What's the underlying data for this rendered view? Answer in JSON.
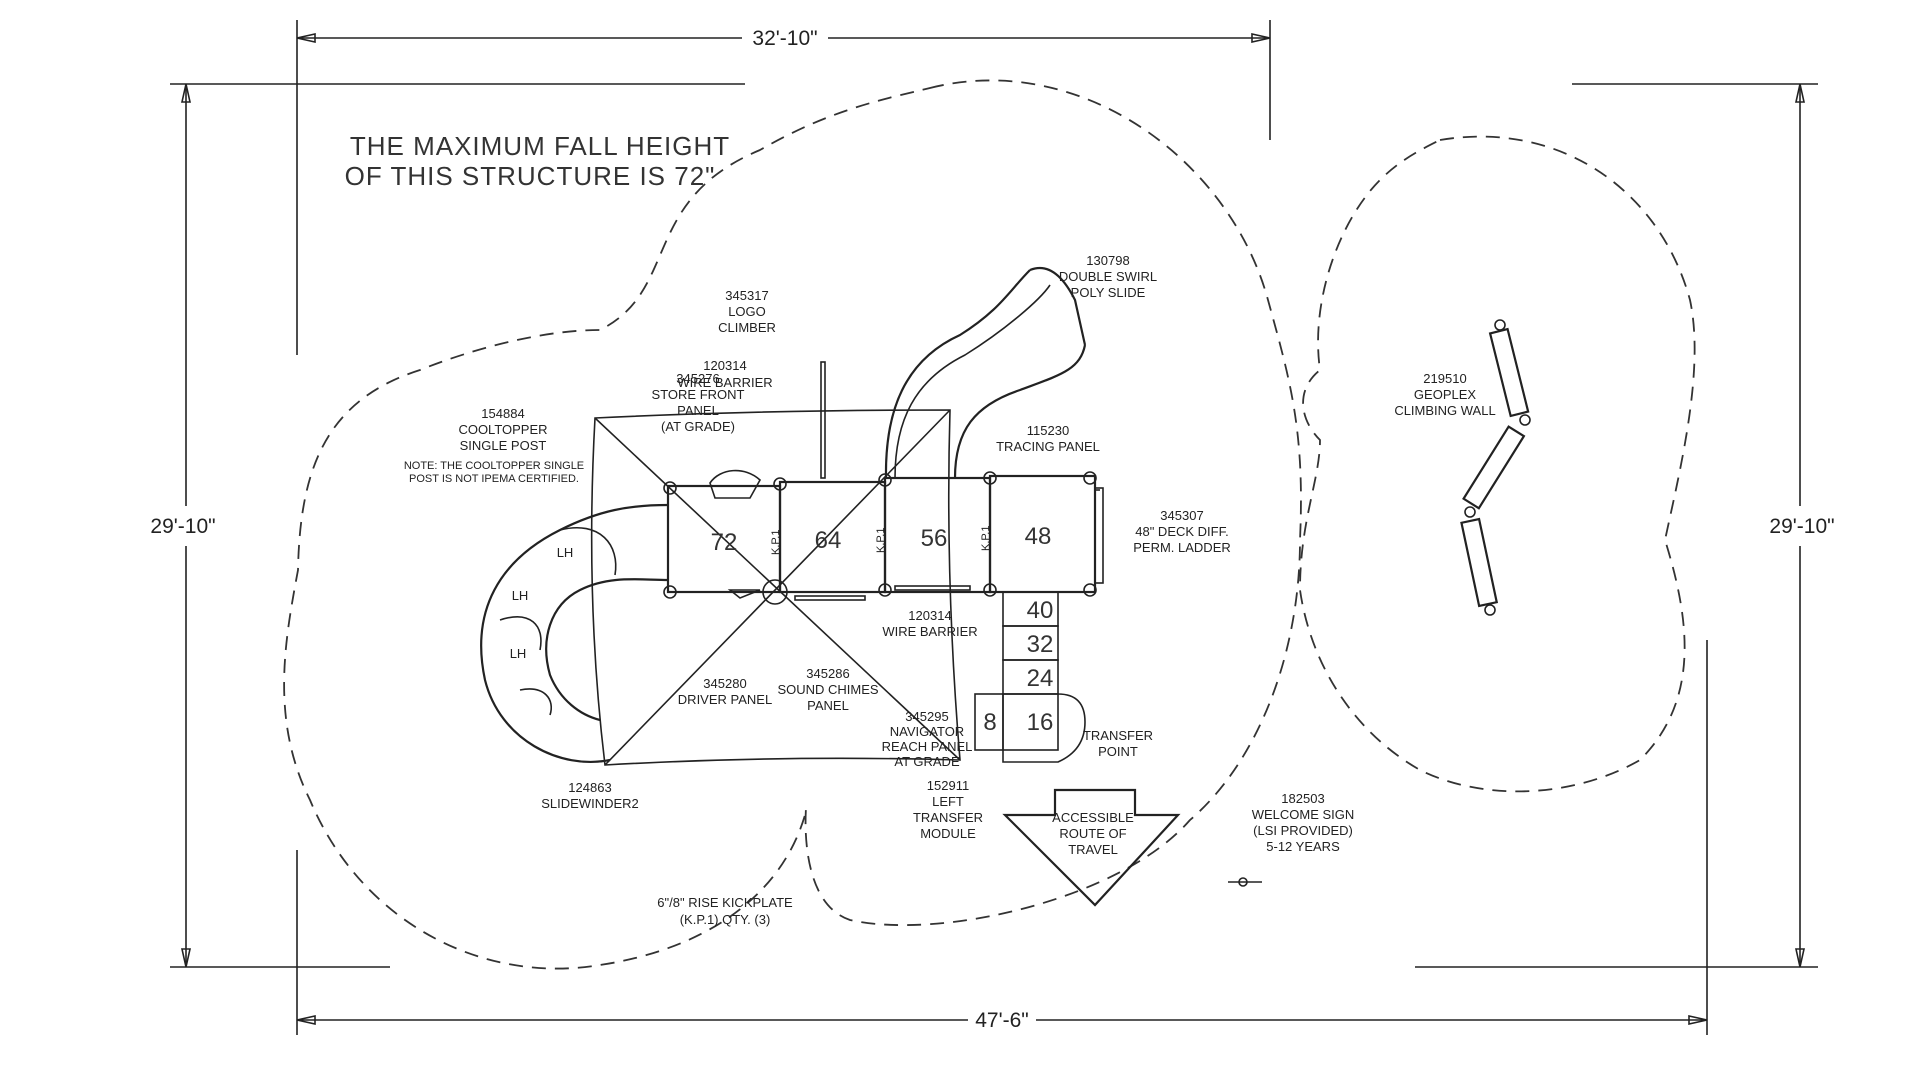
{
  "dimensions": {
    "top_width": "32'-10\"",
    "bottom_width": "47'-6\"",
    "left_height": "29'-10\"",
    "right_height": "29'-10\""
  },
  "note": {
    "line1": "THE MAXIMUM FALL HEIGHT",
    "line2": "OF THIS STRUCTURE IS 72\""
  },
  "decks": [
    "72",
    "64",
    "56",
    "48",
    "40",
    "32",
    "24",
    "16",
    "8"
  ],
  "kickplate_marks": [
    "K.P.1",
    "K.P.1",
    "K.P.1"
  ],
  "slide_marks": [
    "LH",
    "LH",
    "LH"
  ],
  "components": {
    "logo_climber": [
      "345317",
      "LOGO",
      "CLIMBER"
    ],
    "double_swirl": [
      "130798",
      "DOUBLE SWIRL",
      "POLY SLIDE"
    ],
    "wire_barrier_top": [
      "120314",
      "WIRE BARRIER"
    ],
    "store_front": [
      "345276",
      "STORE FRONT",
      "PANEL",
      "(AT GRADE)"
    ],
    "cooltopper": [
      "154884",
      "COOLTOPPER",
      "SINGLE POST"
    ],
    "cooltopper_note": [
      "NOTE: THE COOLTOPPER SINGLE",
      "POST IS NOT IPEMA CERTIFIED."
    ],
    "tracing_panel": [
      "115230",
      "TRACING PANEL"
    ],
    "deck_ladder": [
      "345307",
      "48\" DECK DIFF.",
      "PERM. LADDER"
    ],
    "wire_barrier_bottom": [
      "120314",
      "WIRE BARRIER"
    ],
    "driver_panel": [
      "345280",
      "DRIVER PANEL"
    ],
    "sound_chimes": [
      "345286",
      "SOUND CHIMES",
      "PANEL"
    ],
    "navigator": [
      "345295",
      "NAVIGATOR",
      "REACH PANEL",
      "AT GRADE"
    ],
    "slidewinder": [
      "124863",
      "SLIDEWINDER2"
    ],
    "transfer_module": [
      "152911",
      "LEFT",
      "TRANSFER",
      "MODULE"
    ],
    "transfer_point": [
      "TRANSFER",
      "POINT"
    ],
    "accessible_route": [
      "ACCESSIBLE",
      "ROUTE OF",
      "TRAVEL"
    ],
    "welcome_sign": [
      "182503",
      "WELCOME SIGN",
      "(LSI PROVIDED)",
      "5-12 YEARS"
    ],
    "kickplate": [
      "6\"/8\" RISE KICKPLATE",
      "(K.P.1) QTY. (3)"
    ],
    "geoplex": [
      "219510",
      "GEOPLEX",
      "CLIMBING WALL"
    ]
  }
}
